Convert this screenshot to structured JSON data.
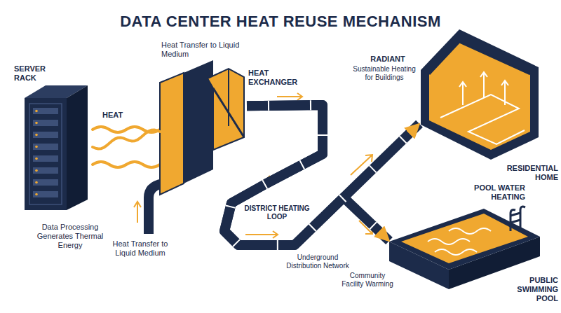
{
  "diagram": {
    "title": "DATA CENTER HEAT REUSE MECHANISM",
    "nodes": [
      {
        "text": [
          "SERVER RACK",
          "Data Processing Generates Thermal Energy"
        ]
      },
      {
        "text": [
          "Heat Transfer to Liquid Medium",
          "HEAT EXCHANGER"
        ]
      },
      {
        "text": [
          "RADIANT",
          "Sustainable Heating for Buildings",
          "RESIDENTIAL HOME"
        ]
      },
      {
        "text": [
          "POOL WATER HEATING",
          "Community Facility Warming",
          "PUBLIC SWIMMING POOL"
        ]
      }
    ],
    "edges": [
      {
        "from": 0,
        "to": 1,
        "arrow": "none"
      },
      {
        "from": 1,
        "to": 2,
        "arrow": "to"
      },
      {
        "from": 1,
        "to": 3,
        "arrow": "to"
      }
    ],
    "labels": [
      "HEAT",
      "Heat Transfer to Liquid Medium",
      "DISTRICT HEATING LOOP",
      "Underground Distribution Network"
    ]
  }
}
